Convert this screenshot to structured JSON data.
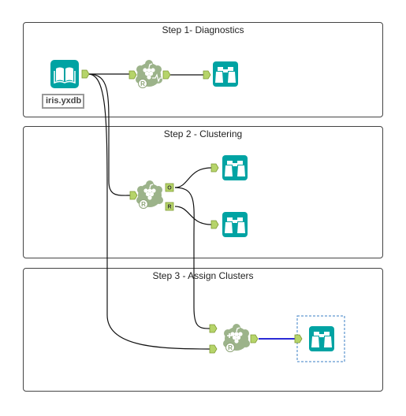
{
  "containers": [
    {
      "title": "Step 1- Diagnostics"
    },
    {
      "title": "Step 2 - Clustering"
    },
    {
      "title": "Step 3 - Assign Clusters"
    }
  ],
  "input_file": {
    "label": "iris.yxdb"
  },
  "tools": [
    {
      "id": "input",
      "icon": "book-icon",
      "color": "#00a3a3"
    },
    {
      "id": "diagnostics",
      "icon": "grape-cluster-pulse-icon",
      "color": "#8fa579"
    },
    {
      "id": "browse-1",
      "icon": "binoculars-icon",
      "color": "#00a3a3"
    },
    {
      "id": "k-centroids",
      "icon": "grape-cluster-icon",
      "color": "#8fa579"
    },
    {
      "id": "browse-o",
      "icon": "binoculars-icon",
      "color": "#00a3a3"
    },
    {
      "id": "browse-r",
      "icon": "binoculars-icon",
      "color": "#00a3a3"
    },
    {
      "id": "append-cluster",
      "icon": "grape-cluster-plus-icon",
      "color": "#8fa579"
    },
    {
      "id": "browse-final",
      "icon": "binoculars-icon",
      "color": "#00a3a3"
    }
  ],
  "anchors": {
    "output_o": "O",
    "output_r": "R"
  },
  "colors": {
    "connection": "#111111",
    "selected_connection": "#2b2bd6",
    "selection_box": "#3b7fc4"
  }
}
